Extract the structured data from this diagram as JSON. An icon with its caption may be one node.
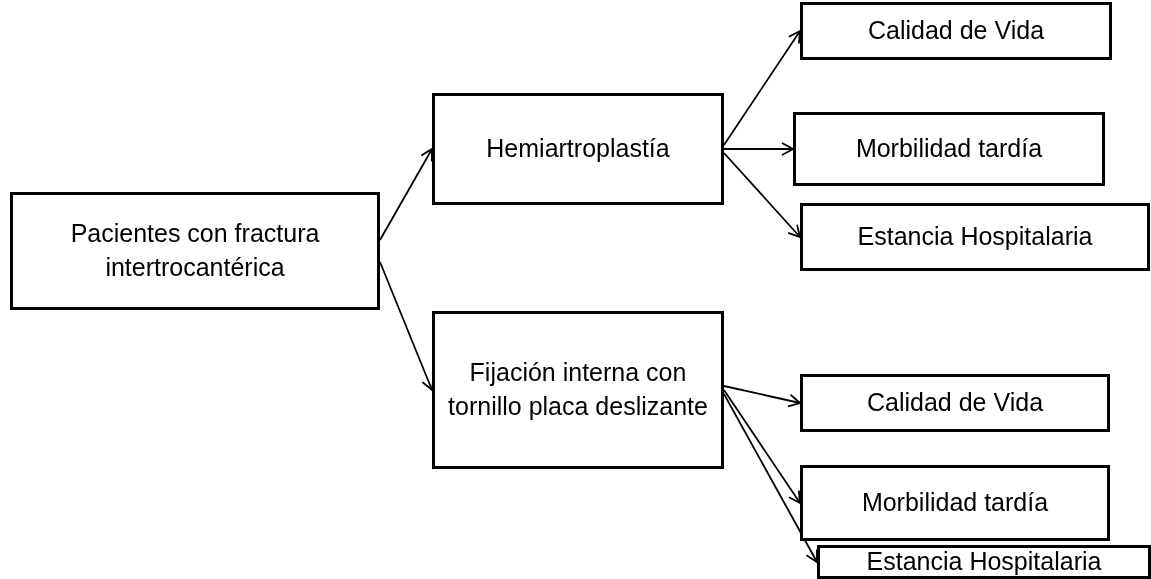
{
  "diagram": {
    "nodes": [
      {
        "text": [
          "Pacientes con fractura intertrocantérica"
        ]
      },
      {
        "text": [
          "Hemiartroplastía"
        ]
      },
      {
        "text": [
          "Fijación interna con tornillo placa deslizante"
        ]
      },
      {
        "text": [
          "Calidad de Vida"
        ]
      },
      {
        "text": [
          "Morbilidad tardía"
        ]
      },
      {
        "text": [
          "Estancia Hospitalaria"
        ]
      },
      {
        "text": [
          "Calidad de Vida"
        ]
      },
      {
        "text": [
          "Morbilidad tardía"
        ]
      },
      {
        "text": [
          "Estancia Hospitalaria"
        ]
      }
    ],
    "edges": [
      {
        "from": 0,
        "to": 1,
        "arrow": "to"
      },
      {
        "from": 0,
        "to": 2,
        "arrow": "to"
      },
      {
        "from": 1,
        "to": 3,
        "arrow": "to"
      },
      {
        "from": 1,
        "to": 4,
        "arrow": "to"
      },
      {
        "from": 1,
        "to": 5,
        "arrow": "to"
      },
      {
        "from": 2,
        "to": 6,
        "arrow": "to"
      },
      {
        "from": 2,
        "to": 7,
        "arrow": "to"
      },
      {
        "from": 2,
        "to": 8,
        "arrow": "to"
      }
    ]
  }
}
